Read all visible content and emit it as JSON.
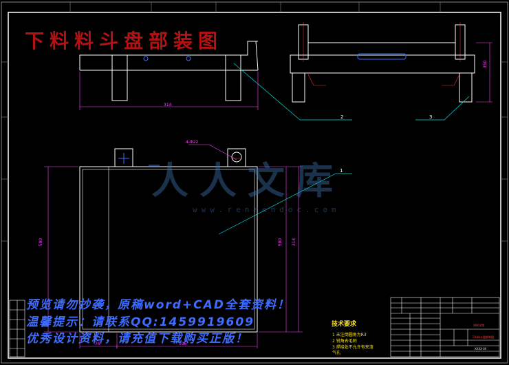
{
  "drawing": {
    "title": "下料料斗盘部装图",
    "top_view_dims": {
      "width": "314",
      "height": "350",
      "hole_label": "4-Φ22"
    },
    "front_view_dims": {
      "width": "314",
      "height": "580"
    },
    "callouts": [
      "1",
      "2",
      "3"
    ],
    "left_dims": [
      "76",
      "196"
    ]
  },
  "notice": {
    "line1": "预览请勿抄袭，原稿word+CAD全套资料！",
    "line2": "温馨提示：请联系QQ:1459919609",
    "line3": "优秀设计资料，请充值下载购买正版！"
  },
  "tech": {
    "title": "技术要求",
    "items": [
      "1  未注倒圆角为R3",
      "2  锐角去毛刺",
      "3  焊接处不允许有夹渣",
      "   气孔"
    ]
  },
  "watermark": {
    "text": "人人文库",
    "url": "www.renrendoc.com"
  },
  "title_block": {
    "school": "XXX学院",
    "drawing_name": "下料料斗盘部装图",
    "code": "XXXX-00"
  },
  "colors": {
    "frame": "#ffffff",
    "part": "#ffffff",
    "dimension": "#ff40ff",
    "leader": "#00e0e0",
    "centerline": "#ff3030",
    "title": "#b21212"
  }
}
